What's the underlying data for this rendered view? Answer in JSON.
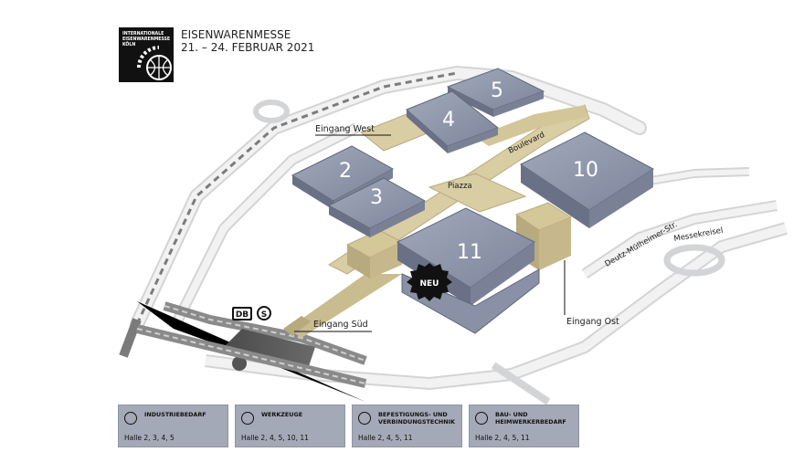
{
  "logo": {
    "text": "INTERNATIONALE\nEISENWARENMESSE\nKÖLN"
  },
  "event": {
    "name": "EISENWARENMESSE",
    "dates": "21. – 24. FEBRUAR 2021"
  },
  "halls": [
    {
      "id": "hall-5",
      "label": "5"
    },
    {
      "id": "hall-4",
      "label": "4"
    },
    {
      "id": "hall-2",
      "label": "2"
    },
    {
      "id": "hall-3",
      "label": "3"
    },
    {
      "id": "hall-10",
      "label": "10"
    },
    {
      "id": "hall-11",
      "label": "11"
    }
  ],
  "labels": {
    "entrance_west": "Eingang West",
    "entrance_south": "Eingang Süd",
    "entrance_east": "Eingang Ost",
    "piazza": "Piazza",
    "boulevard": "Boulevard",
    "street_deutz": "Deutz-Mülheimer-Str.",
    "roundabout": "Messekreisel",
    "new_badge": "NEU",
    "db_logo": "DB",
    "sbahn_logo": "S"
  },
  "legend": [
    {
      "title": "INDUSTRIEBEDARF",
      "halls": "Halle 2, 3, 4, 5",
      "icon": "headphones-icon"
    },
    {
      "title": "WERKZEUGE",
      "halls": "Halle 2, 4, 5, 10, 11",
      "icon": "compass-tool-icon"
    },
    {
      "title": "BEFESTIGUNGS- UND\nVERBINDUNGSTECHNIK",
      "halls": "Halle 2, 4, 5, 11",
      "icon": "fastener-icon"
    },
    {
      "title": "BAU- UND\nHEIMWERKERBEDARF",
      "halls": "Halle 2, 4, 5, 11",
      "icon": "trowel-icon"
    }
  ],
  "colors": {
    "hall_top": "#8d95ac",
    "hall_side": "#6a7186",
    "walkway": "#d9cda4",
    "walkway_dark": "#b8aa7f",
    "road": "#e9e9ea",
    "legend_bg": "#a3a9b6"
  }
}
